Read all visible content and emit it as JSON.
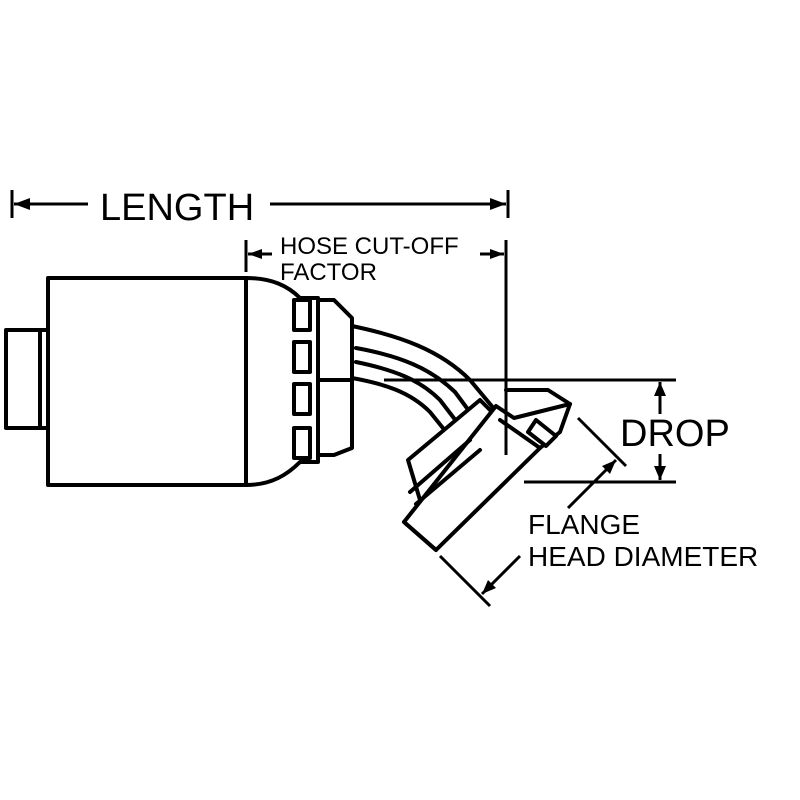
{
  "diagram": {
    "labels": {
      "length": "LENGTH",
      "hose_cutoff_line1": "HOSE CUT-OFF",
      "hose_cutoff_line2": "FACTOR",
      "drop": "DROP",
      "flange_line1": "FLANGE",
      "flange_line2": "HEAD DIAMETER"
    },
    "colors": {
      "stroke": "#000000",
      "background": "#ffffff"
    }
  }
}
